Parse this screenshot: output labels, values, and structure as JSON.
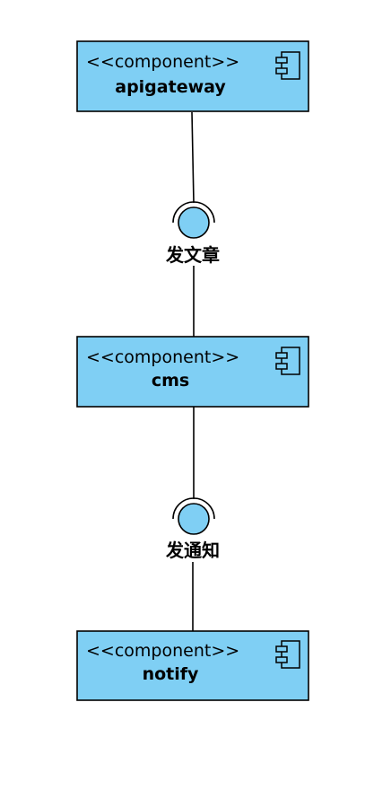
{
  "colors": {
    "component_fill": "#7FCFF4",
    "interface_fill": "#7FCFF4",
    "stroke": "#000000",
    "background": "#FFFFFF"
  },
  "components": [
    {
      "stereotype": "<<component>>",
      "name": "apigateway",
      "icon": "component-icon"
    },
    {
      "stereotype": "<<component>>",
      "name": "cms",
      "icon": "component-icon"
    },
    {
      "stereotype": "<<component>>",
      "name": "notify",
      "icon": "component-icon"
    }
  ],
  "interfaces": [
    {
      "label": "发文章",
      "from": "apigateway",
      "to": "cms"
    },
    {
      "label": "发通知",
      "from": "cms",
      "to": "notify"
    }
  ]
}
